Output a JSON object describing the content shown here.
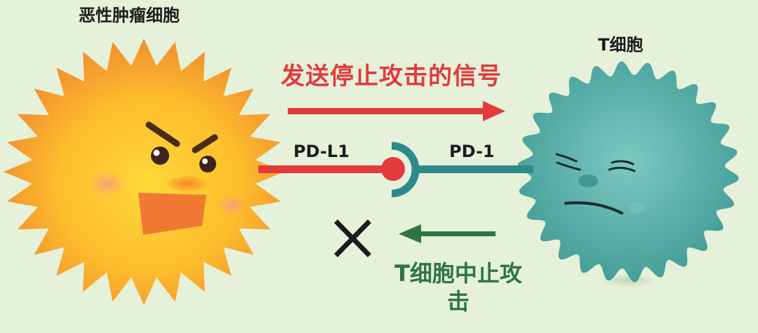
{
  "labels": {
    "tumor_cell": "恶性肿瘤细胞",
    "t_cell": "T细胞",
    "signal": "发送停止攻击的信号",
    "pd_l1": "PD-L1",
    "pd_1": "PD-1",
    "t_cell_stop_attack": "T细胞中止攻击"
  },
  "colors": {
    "background": "#e6f1da",
    "tumor_outer": "#f0883a",
    "tumor_inner": "#fdbf28",
    "t_cell": "#4fa6a0",
    "signal_red": "#e33a3c",
    "receptor_teal": "#2e8a8a",
    "stop_green": "#2f7542",
    "cross": "#1c1c1c"
  }
}
